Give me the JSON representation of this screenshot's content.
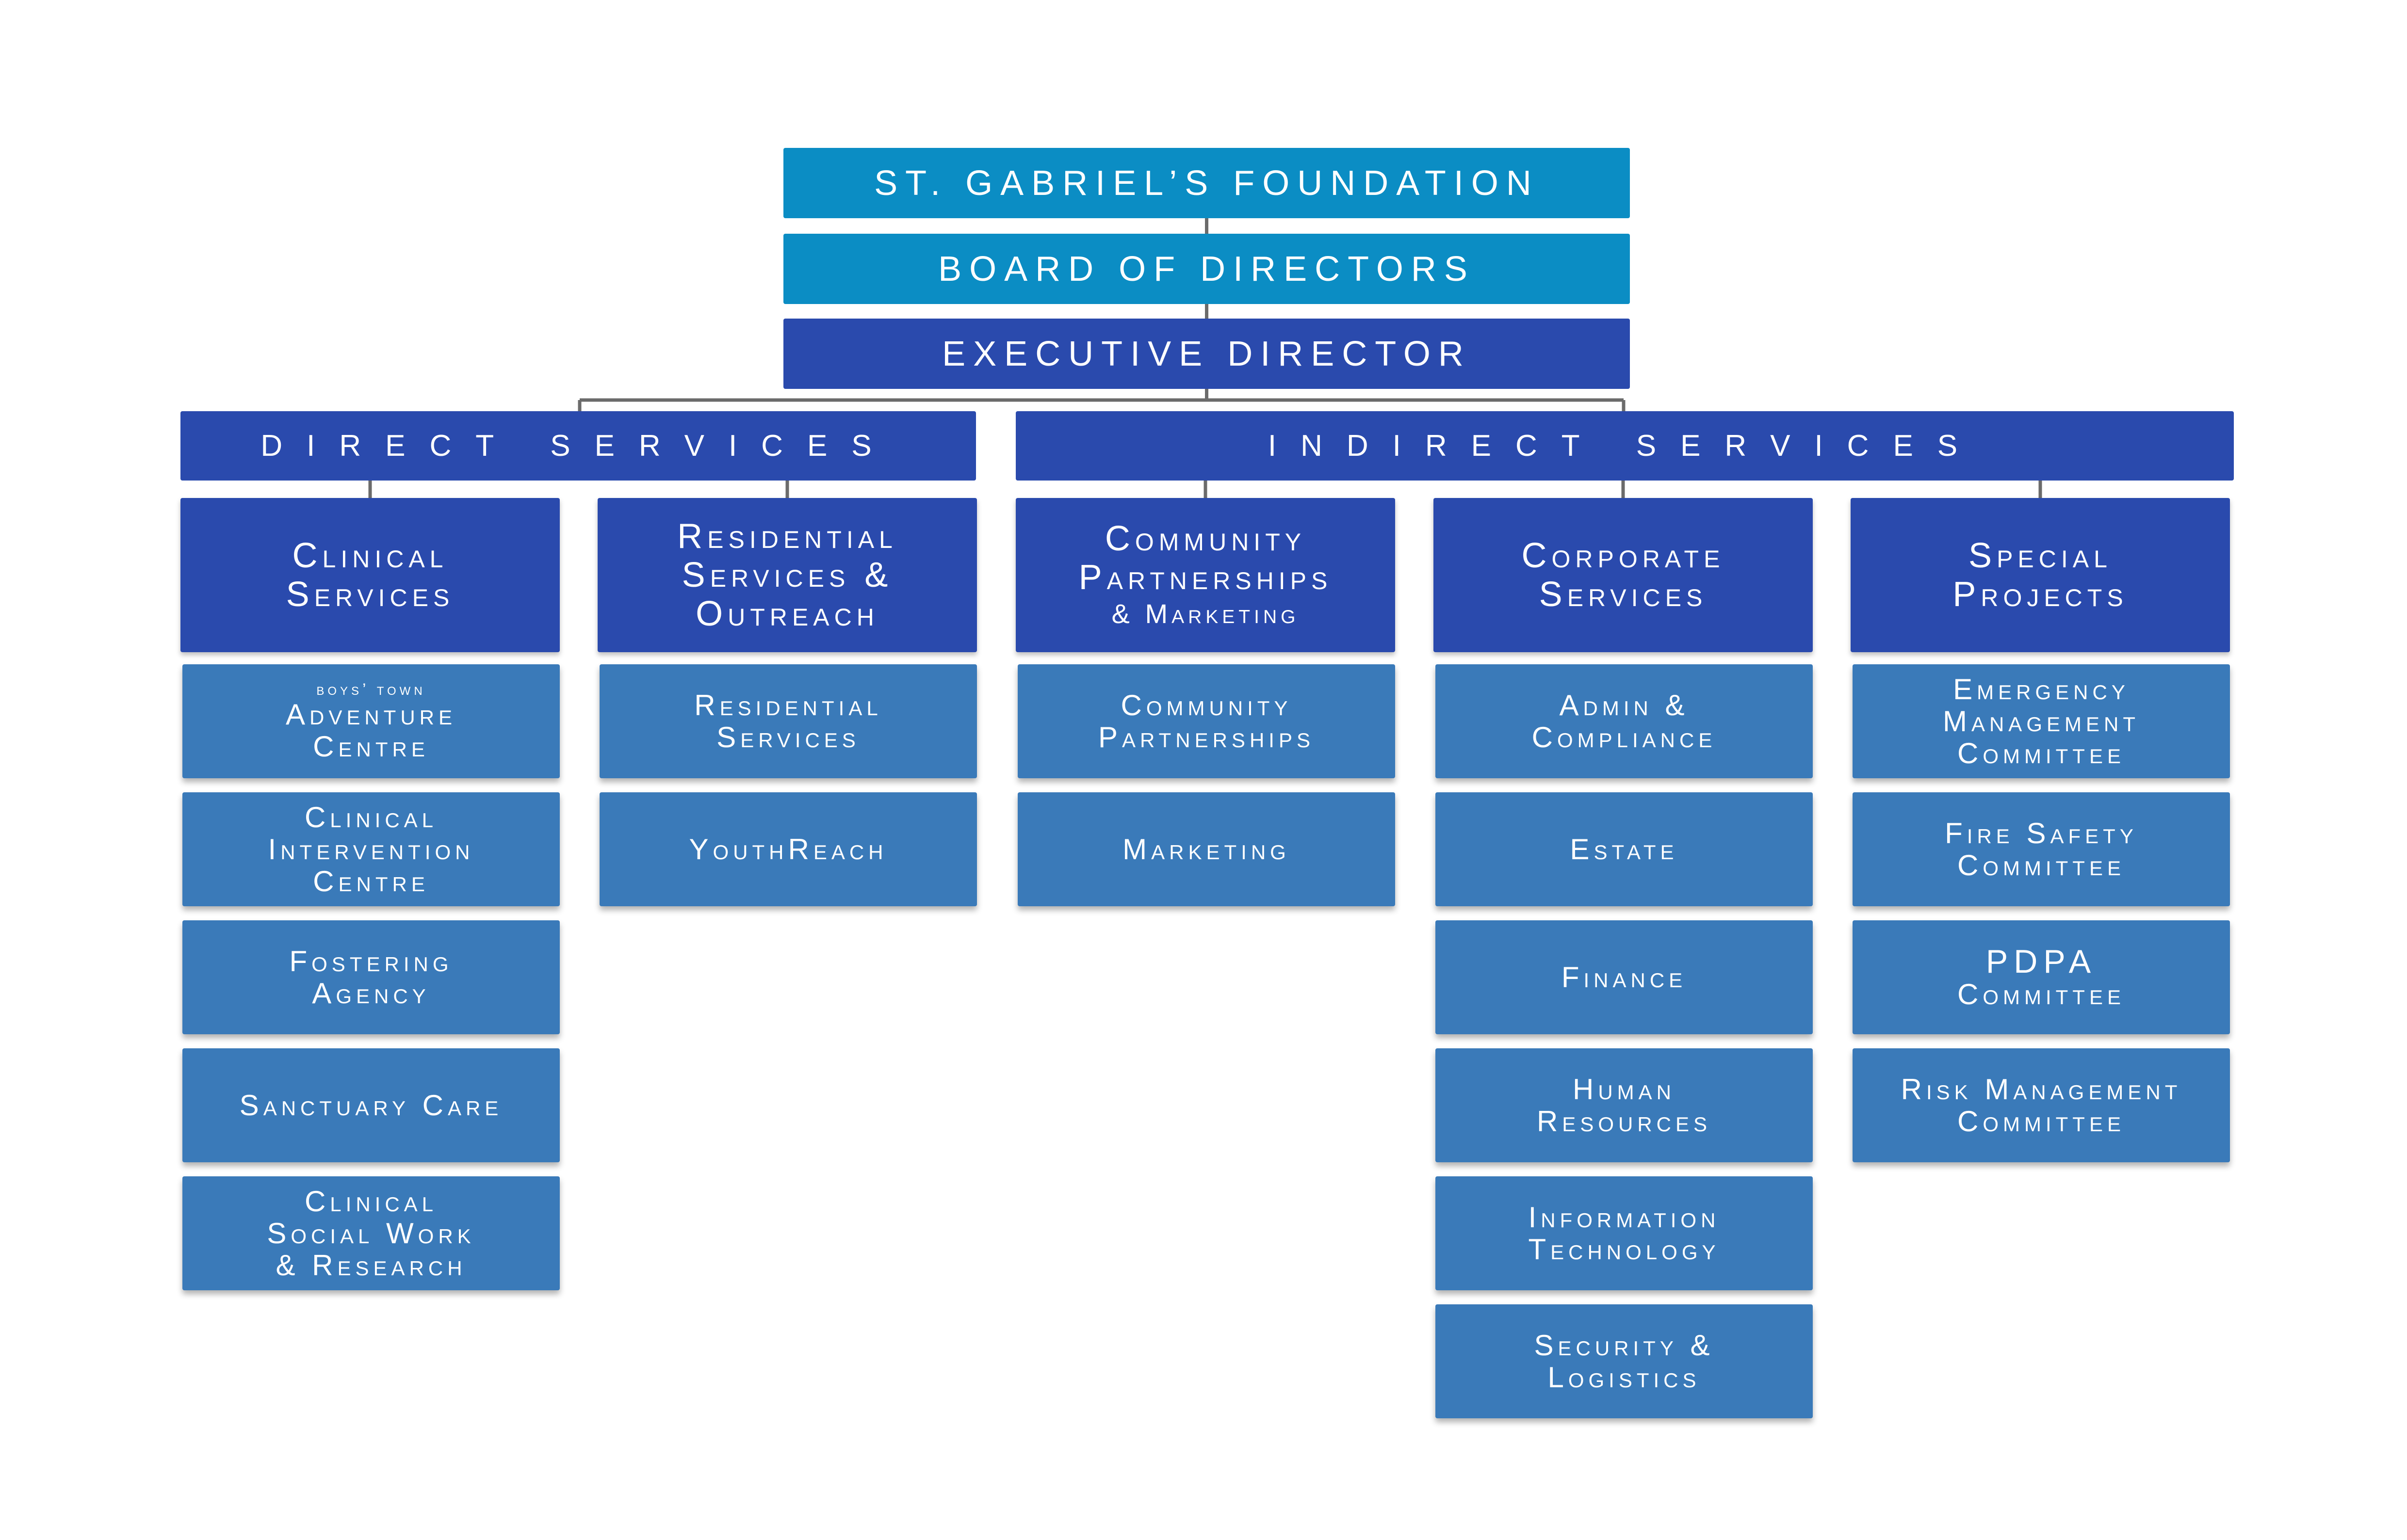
{
  "top": [
    {
      "id": "foundation",
      "text": "ST. GABRIEL’S FOUNDATION",
      "level": "top"
    },
    {
      "id": "board",
      "text": "BOARD OF DIRECTORS",
      "level": "top"
    },
    {
      "id": "executive",
      "text": "EXECUTIVE DIRECTOR",
      "level": "exec"
    }
  ],
  "services": [
    {
      "id": "direct",
      "text": "DIRECT SERVICES"
    },
    {
      "id": "indirect",
      "text": "INDIRECT SERVICES"
    }
  ],
  "departments": [
    {
      "id": "clinical-services",
      "lines": [
        {
          "text": "Clinical"
        },
        {
          "text": "Services"
        }
      ],
      "units": [
        {
          "id": "adventure-centre",
          "lines": [
            {
              "text": "boys’ town",
              "size": "tiny"
            },
            {
              "text": "Adventure"
            },
            {
              "text": "Centre"
            }
          ]
        },
        {
          "id": "clinical-intervention-centre",
          "lines": [
            {
              "text": "Clinical"
            },
            {
              "text": "Intervention"
            },
            {
              "text": "Centre"
            }
          ]
        },
        {
          "id": "fostering-agency",
          "lines": [
            {
              "text": "Fostering"
            },
            {
              "text": "Agency"
            }
          ]
        },
        {
          "id": "sanctuary-care",
          "lines": [
            {
              "text": "Sanctuary Care"
            }
          ]
        },
        {
          "id": "clinical-social-work-research",
          "lines": [
            {
              "text": "Clinical"
            },
            {
              "text": "Social Work"
            },
            {
              "text": "& Research"
            }
          ]
        }
      ]
    },
    {
      "id": "residential-services-outreach",
      "lines": [
        {
          "text": "Residential"
        },
        {
          "text": "Services &"
        },
        {
          "text": "Outreach"
        }
      ],
      "units": [
        {
          "id": "residential-services",
          "lines": [
            {
              "text": "Residential"
            },
            {
              "text": "Services"
            }
          ]
        },
        {
          "id": "youthreach",
          "lines": [
            {
              "text": "YouthReach"
            }
          ]
        }
      ]
    },
    {
      "id": "community-partnerships-marketing",
      "lines": [
        {
          "text": "Community"
        },
        {
          "text": "Partnerships"
        },
        {
          "text": "& Marketing",
          "size": "small"
        }
      ],
      "units": [
        {
          "id": "community-partnerships",
          "lines": [
            {
              "text": "Community"
            },
            {
              "text": "Partnerships"
            }
          ]
        },
        {
          "id": "marketing",
          "lines": [
            {
              "text": "Marketing"
            }
          ]
        }
      ]
    },
    {
      "id": "corporate-services",
      "lines": [
        {
          "text": "Corporate"
        },
        {
          "text": "Services"
        }
      ],
      "units": [
        {
          "id": "admin-compliance",
          "lines": [
            {
              "text": "Admin &"
            },
            {
              "text": "Compliance"
            }
          ]
        },
        {
          "id": "estate",
          "lines": [
            {
              "text": "Estate"
            }
          ]
        },
        {
          "id": "finance",
          "lines": [
            {
              "text": "Finance"
            }
          ]
        },
        {
          "id": "human-resources",
          "lines": [
            {
              "text": "Human"
            },
            {
              "text": "Resources"
            }
          ]
        },
        {
          "id": "information-technology",
          "lines": [
            {
              "text": "Information"
            },
            {
              "text": "Technology"
            }
          ]
        },
        {
          "id": "security-logistics",
          "lines": [
            {
              "text": "Security &"
            },
            {
              "text": "Logistics"
            }
          ]
        }
      ]
    },
    {
      "id": "special-projects",
      "lines": [
        {
          "text": "Special"
        },
        {
          "text": "Projects"
        }
      ],
      "units": [
        {
          "id": "emergency-management-committee",
          "lines": [
            {
              "text": "Emergency"
            },
            {
              "text": "Management"
            },
            {
              "text": "Committee"
            }
          ]
        },
        {
          "id": "fire-safety-committee",
          "lines": [
            {
              "text": "Fire Safety"
            },
            {
              "text": "Committee"
            }
          ]
        },
        {
          "id": "pdpa-committee",
          "lines": [
            {
              "text": "PDPA",
              "size": "big"
            },
            {
              "text": "Committee"
            }
          ]
        },
        {
          "id": "risk-management-committee",
          "lines": [
            {
              "text": "Risk Management"
            },
            {
              "text": "Committee"
            }
          ]
        }
      ]
    }
  ],
  "colors": {
    "light_blue": "#0b8dc4",
    "dark_blue": "#2a4aad",
    "unit_blue": "#3a7ab9",
    "connector": "#6b6b6b"
  }
}
